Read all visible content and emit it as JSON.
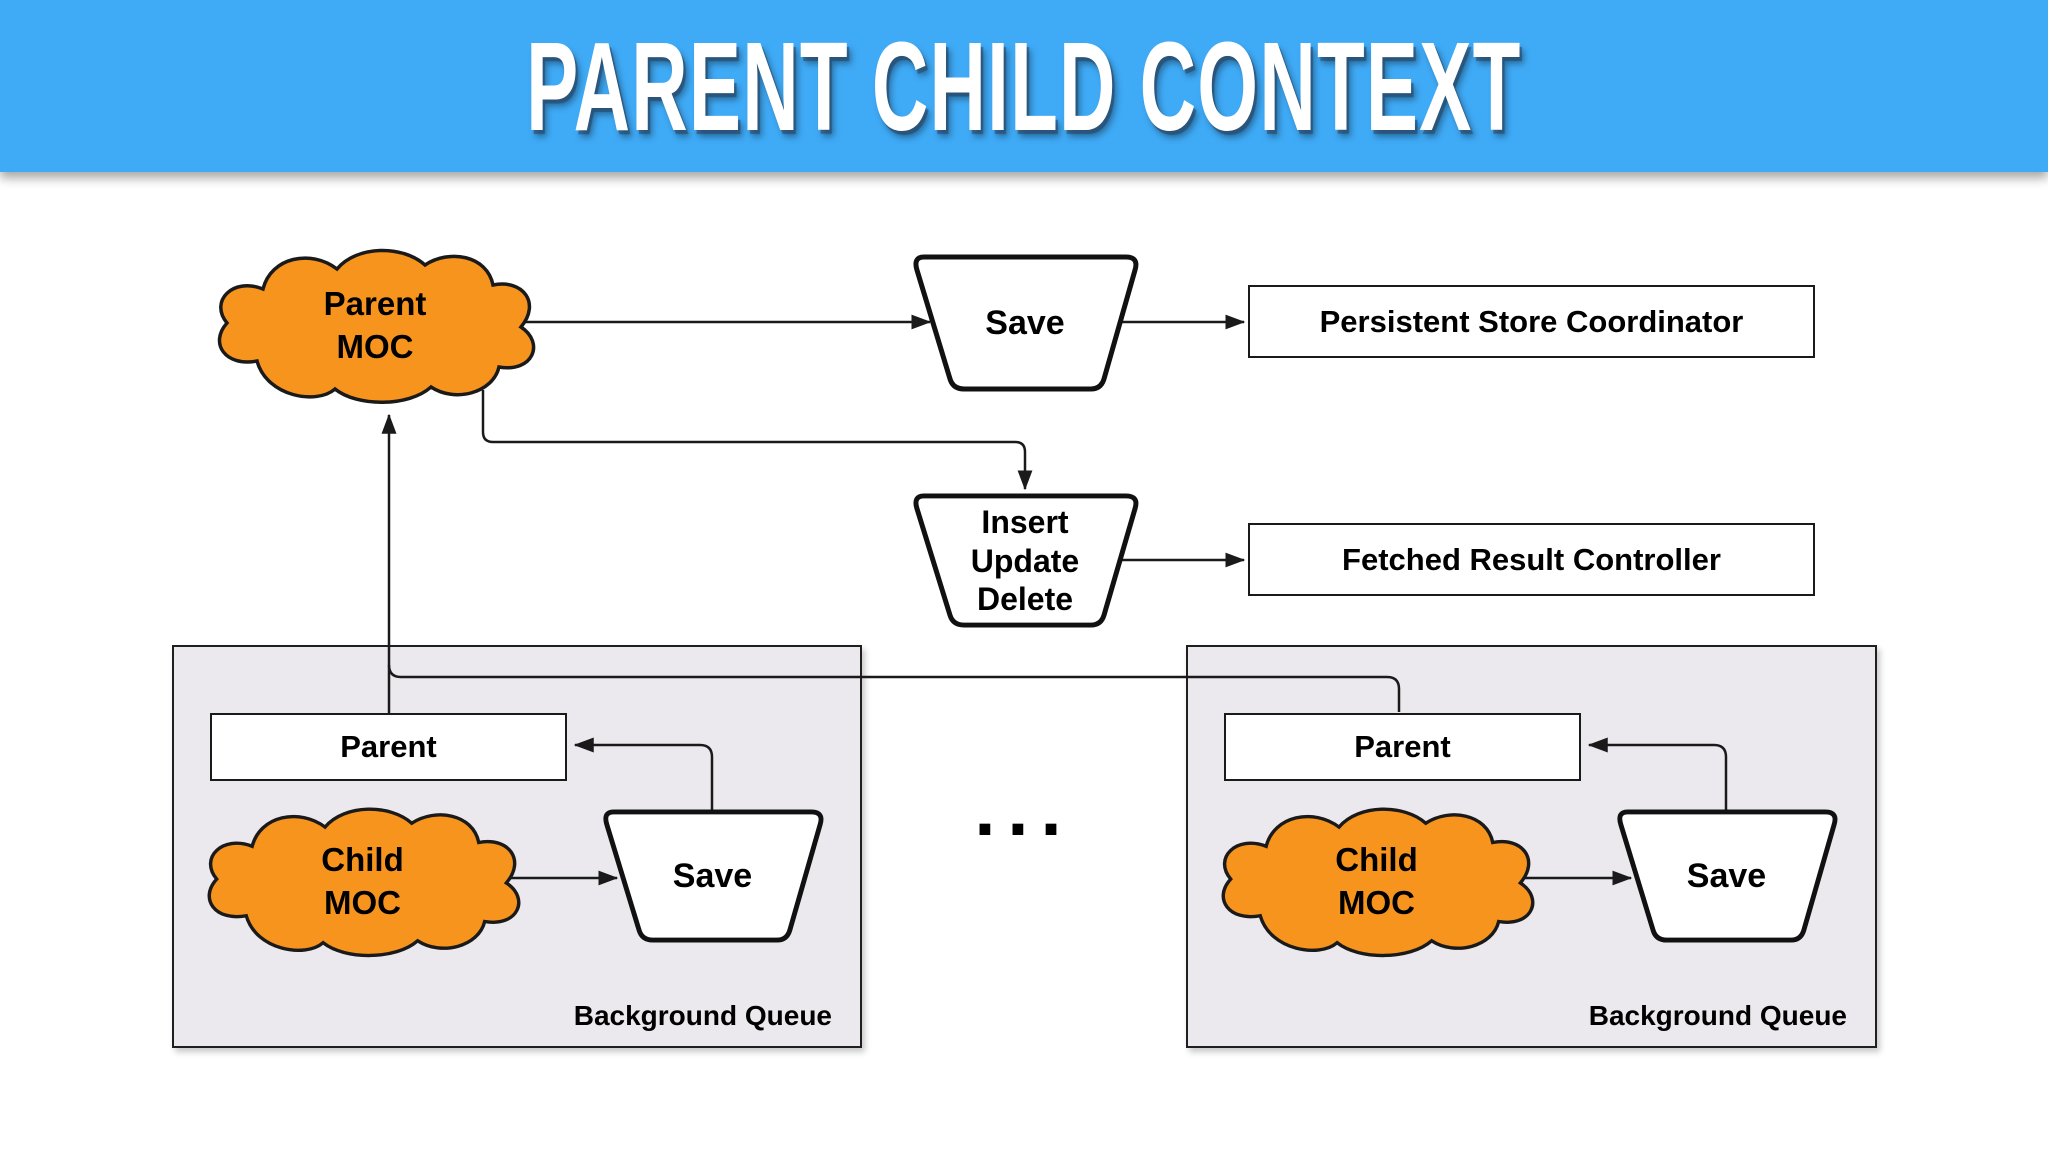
{
  "title": "PARENT CHILD CONTEXT",
  "colors": {
    "banner": "#3FAAF6",
    "shape_orange": "#F7941E",
    "queue_bg": "#EBE9ED",
    "line": "#1A1A1A"
  },
  "nodes": {
    "parent_moc": "Parent\nMOC",
    "save_top": "Save",
    "persistent_store_coordinator": "Persistent Store Coordinator",
    "insert_update_delete": "Insert\nUpdate\nDelete",
    "fetched_result_controller": "Fetched Result Controller"
  },
  "ellipsis": "...",
  "queues": [
    {
      "parent": "Parent",
      "child_moc": "Child\nMOC",
      "save": "Save",
      "caption": "Background Queue"
    },
    {
      "parent": "Parent",
      "child_moc": "Child\nMOC",
      "save": "Save",
      "caption": "Background Queue"
    }
  ]
}
